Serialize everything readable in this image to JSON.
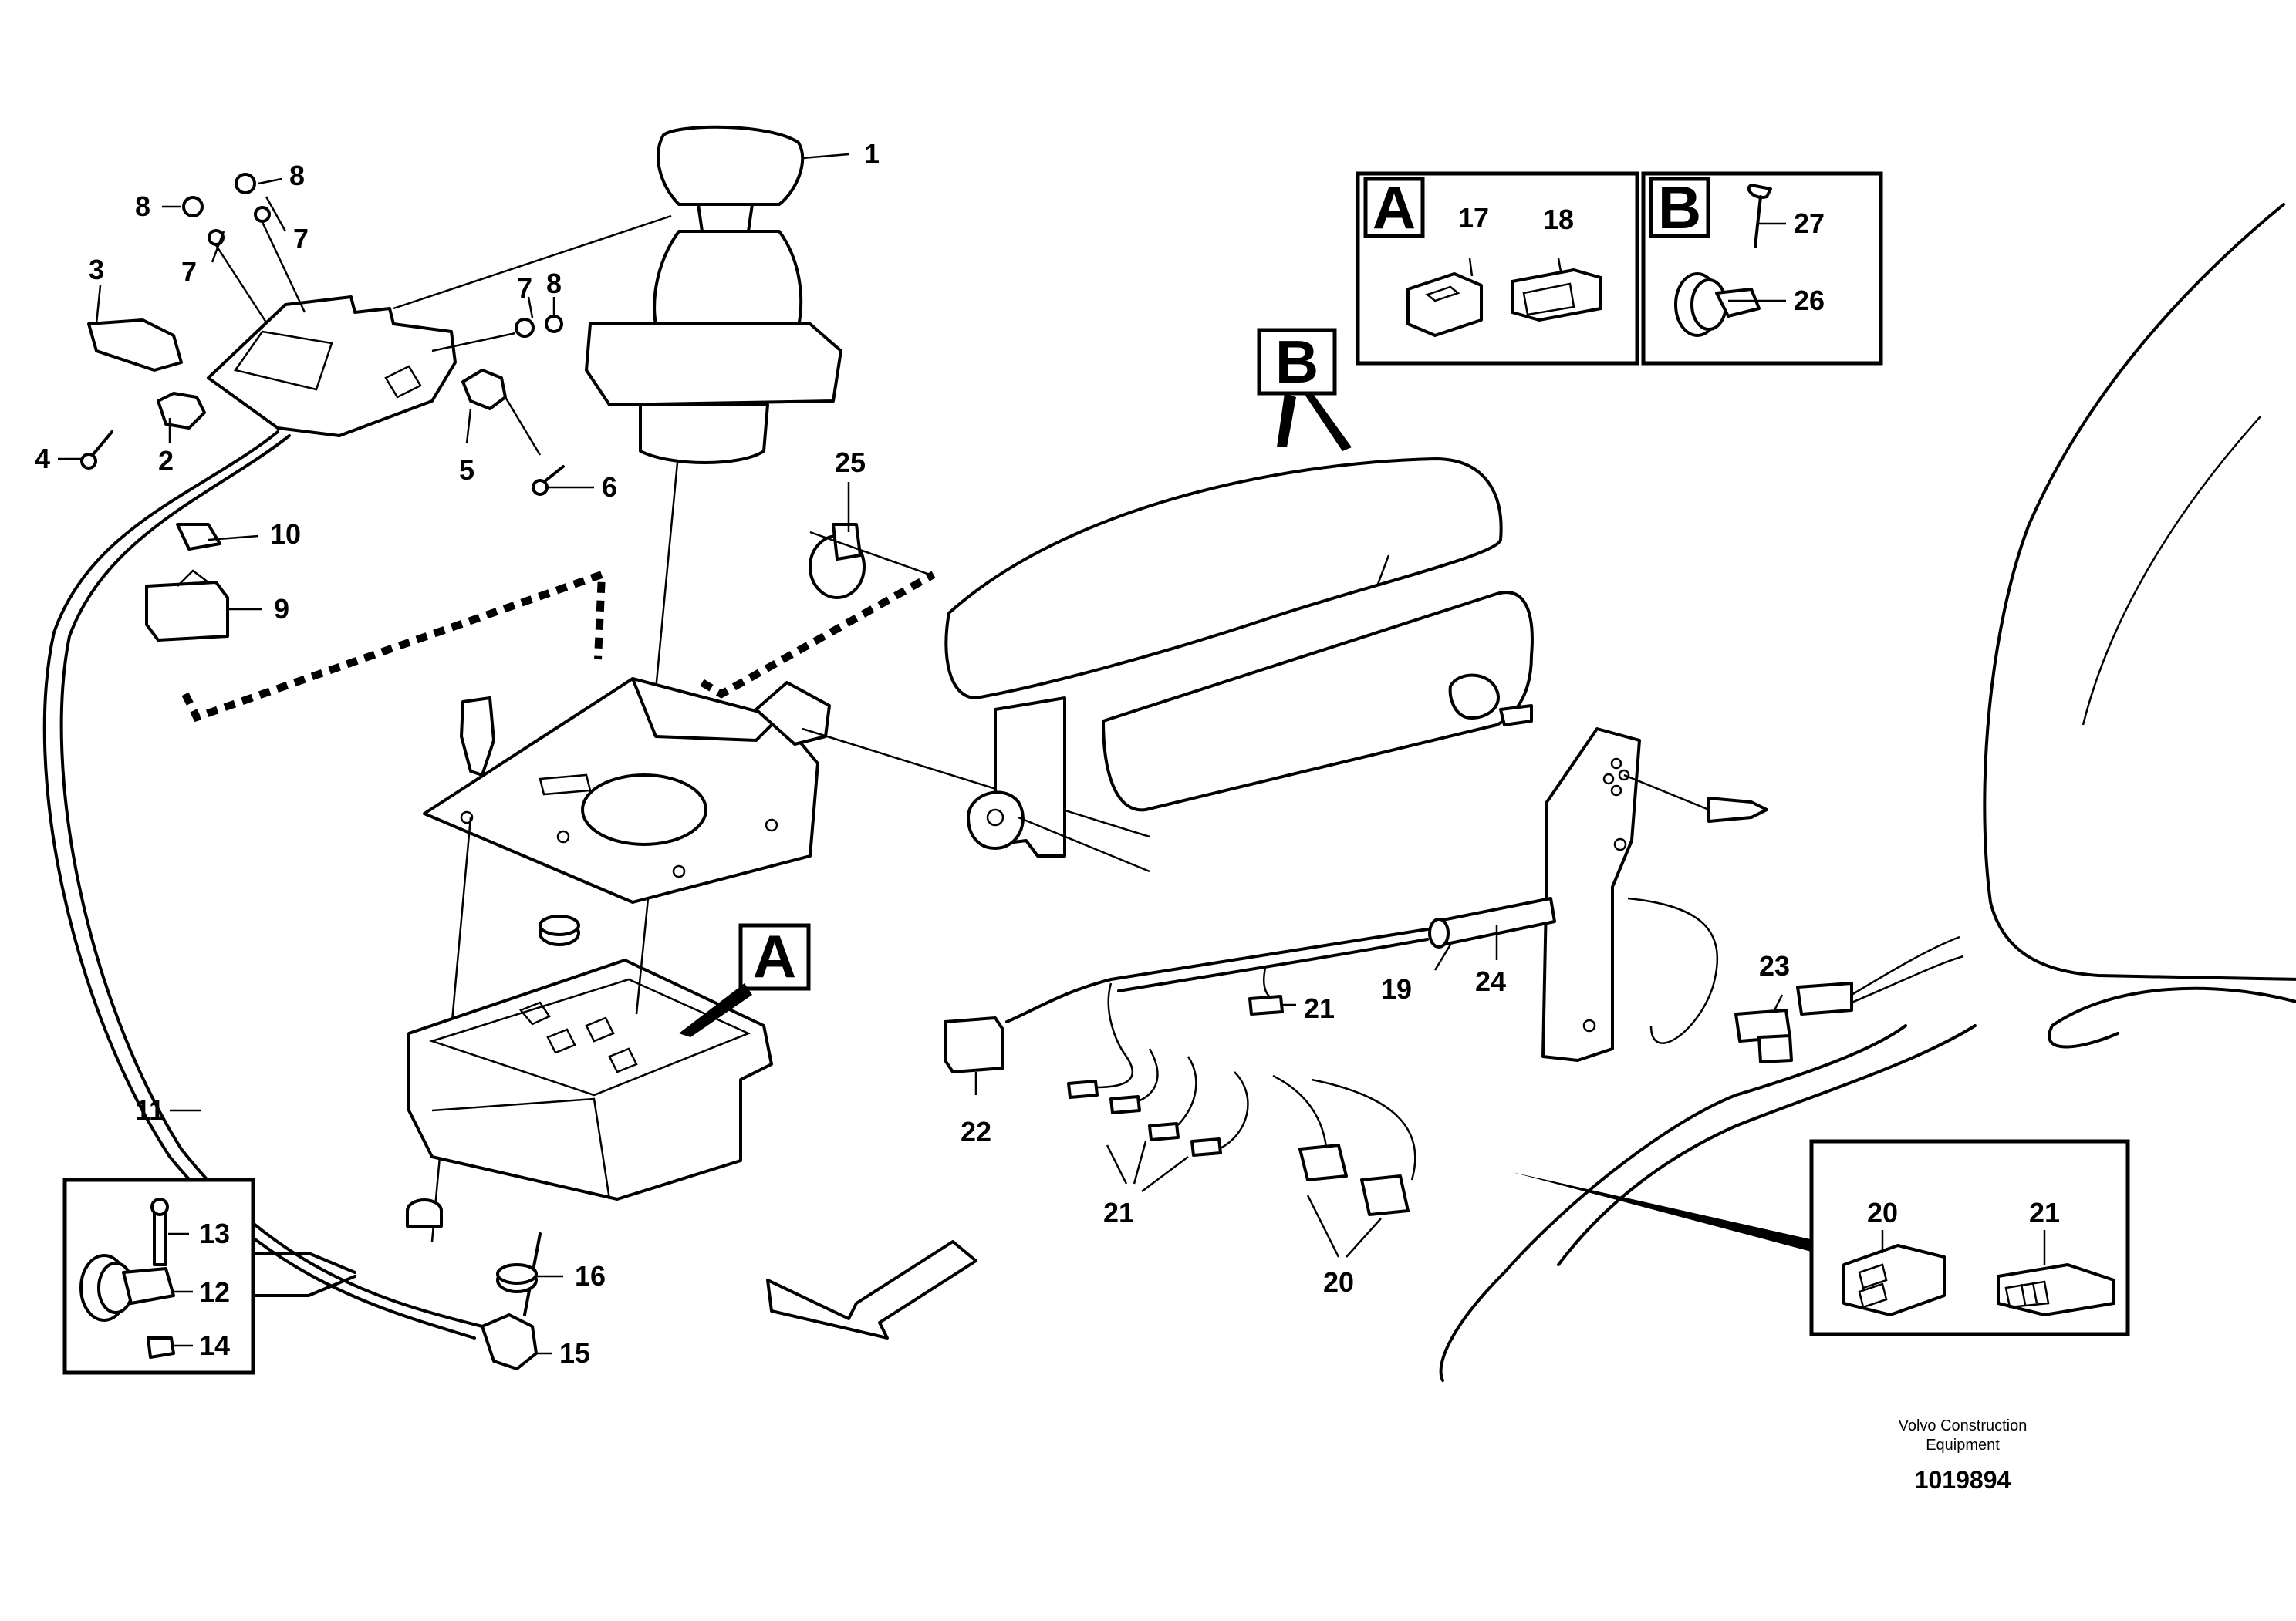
{
  "labels": {
    "l1": "1",
    "l2": "2",
    "l3": "3",
    "l4": "4",
    "l5": "5",
    "l6": "6",
    "l7a": "7",
    "l7b": "7",
    "l7c": "7",
    "l8a": "8",
    "l8b": "8",
    "l8c": "8",
    "l9": "9",
    "l10": "10",
    "l11": "11",
    "l12": "12",
    "l13": "13",
    "l14": "14",
    "l15": "15",
    "l16": "16",
    "l17": "17",
    "l18": "18",
    "l19": "19",
    "l20a": "20",
    "l20b": "20",
    "l21a": "21",
    "l21b": "21",
    "l21c": "21",
    "l22": "22",
    "l23": "23",
    "l24": "24",
    "l25": "25",
    "l26": "26",
    "l27": "27"
  },
  "callouts": {
    "detail_a": "A",
    "detail_b": "B",
    "marker_a": "A",
    "marker_b": "B"
  },
  "footer": {
    "company_line1": "Volvo Construction",
    "company_line2": "Equipment",
    "drawing_number": "1019894"
  }
}
